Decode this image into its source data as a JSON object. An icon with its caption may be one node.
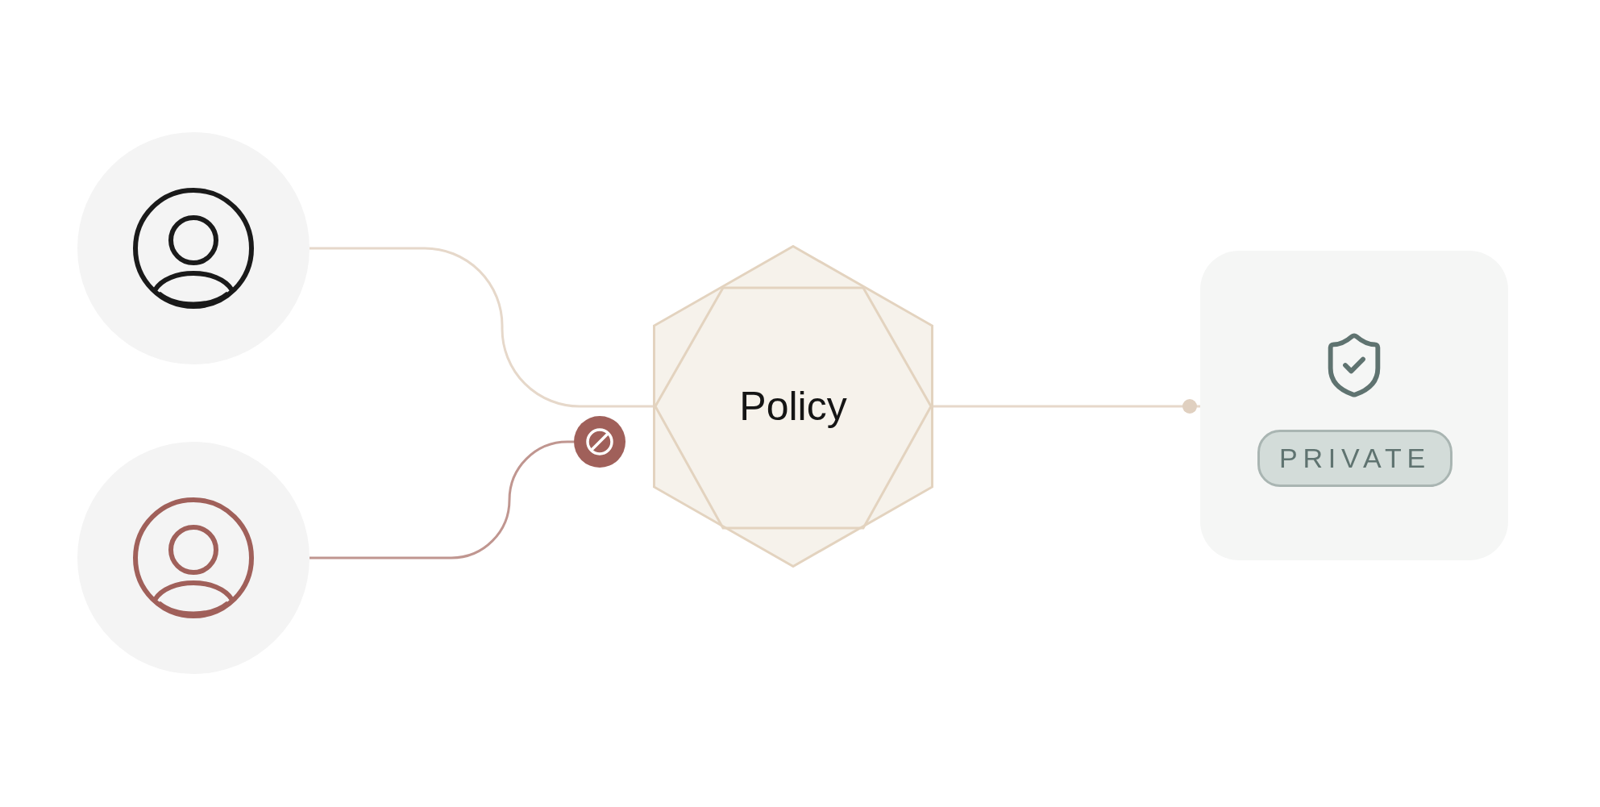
{
  "diagram": {
    "nodes": [
      {
        "text": [],
        "shape": "circle"
      },
      {
        "text": [],
        "shape": "circle"
      },
      {
        "text": [],
        "shape": "circle"
      },
      {
        "text": [
          "Policy"
        ]
      },
      {
        "text": [],
        "shape": "box"
      },
      {
        "text": [
          "PRIVATE"
        ],
        "in": 4
      }
    ],
    "edges": [
      {
        "from": 0,
        "to": 3,
        "arrow": "none"
      },
      {
        "from": 1,
        "to": 2,
        "arrow": "none",
        "color": "#c09690"
      },
      {
        "from": 3,
        "to": 4,
        "arrow": "other"
      }
    ]
  }
}
